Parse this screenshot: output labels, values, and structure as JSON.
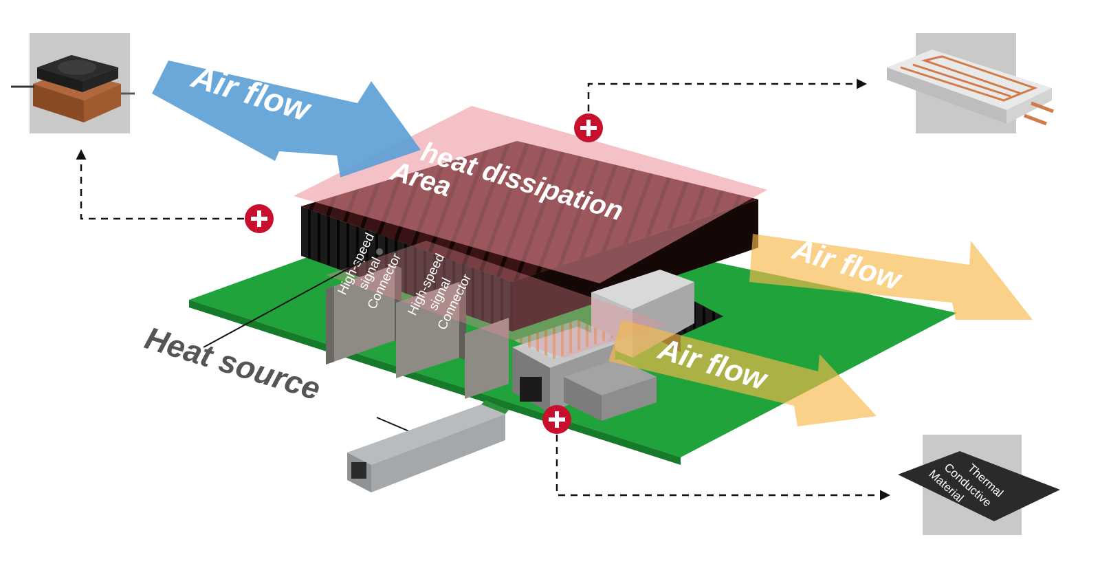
{
  "labels": {
    "airflow_top": "Air flow",
    "airflow_right_upper": "Air flow",
    "airflow_right_lower": "Air flow",
    "heat_area_line1": "heat dissipation",
    "heat_area_line2": "Area",
    "connector1_line1": "High-speed",
    "connector1_line2": "signal",
    "connector1_line3": "Connector",
    "connector2_line1": "High-speed",
    "connector2_line2": "signal",
    "connector2_line3": "Connector",
    "heat_source": "Heat source",
    "tim_line1": "Thermal",
    "tim_line2": "Conductive",
    "tim_line3": "Material"
  },
  "icons": {
    "plus": "plus-circle-icon",
    "arrowhead": "arrowhead-icon"
  },
  "colors": {
    "airflow_blue": "#5b9fd6",
    "airflow_orange": "#f6b94a",
    "heat_area_pink": "#eb8e98",
    "heatsink_dark": "#3a1414",
    "pcb_green": "#21a33c",
    "plus_red": "#c8102e",
    "thumb_bg": "#c9c9c9",
    "connector_gray": "#7d7b75",
    "tim_black": "#2a2a2a",
    "label_gray": "#555555"
  }
}
